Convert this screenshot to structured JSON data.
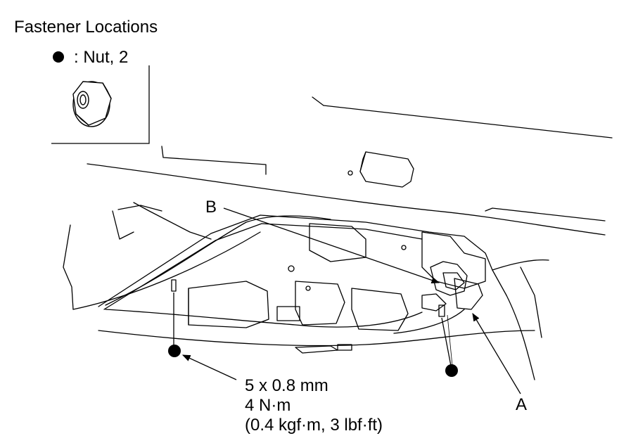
{
  "legend": {
    "title": "Fastener Locations",
    "item": ": Nut, 2"
  },
  "callouts": {
    "a": "A",
    "b": "B"
  },
  "spec": {
    "line1": "5 x 0.8 mm",
    "line2": "4 N·m",
    "line3": "(0.4 kgf·m, 3 lbf·ft)"
  }
}
